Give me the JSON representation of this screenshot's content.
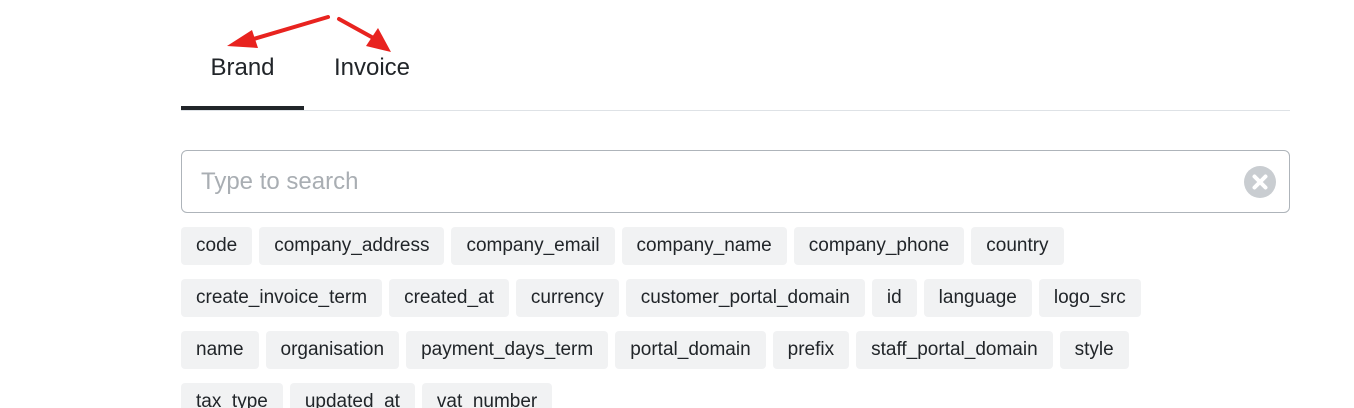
{
  "tabs": [
    {
      "label": "Brand",
      "active": true
    },
    {
      "label": "Invoice",
      "active": false
    }
  ],
  "search": {
    "placeholder": "Type to search",
    "value": ""
  },
  "tags": [
    [
      "code",
      "company_address",
      "company_email",
      "company_name",
      "company_phone",
      "country"
    ],
    [
      "create_invoice_term",
      "created_at",
      "currency",
      "customer_portal_domain",
      "id",
      "language",
      "logo_src"
    ],
    [
      "name",
      "organisation",
      "payment_days_term",
      "portal_domain",
      "prefix",
      "staff_portal_domain",
      "style"
    ],
    [
      "tax_type",
      "updated_at",
      "vat_number"
    ]
  ],
  "annotation_color": "#e8231f"
}
